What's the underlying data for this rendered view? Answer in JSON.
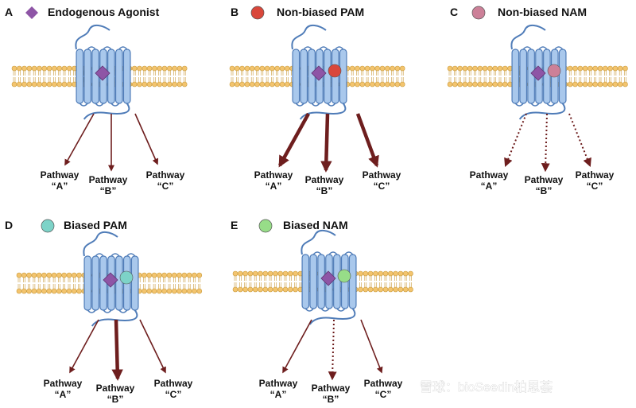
{
  "panels": [
    {
      "letter": "A",
      "title": "Endogenous Agonist",
      "legend_shape": "diamond",
      "legend_color": "#8E55A6",
      "allosteric_color": null,
      "arrows": [
        {
          "style": "normal"
        },
        {
          "style": "normal"
        },
        {
          "style": "normal"
        }
      ],
      "pathways": [
        {
          "line1": "Pathway",
          "line2": "“A”"
        },
        {
          "line1": "Pathway",
          "line2": "“B”"
        },
        {
          "line1": "Pathway",
          "line2": "“C”"
        }
      ]
    },
    {
      "letter": "B",
      "title": "Non-biased PAM",
      "legend_shape": "circle",
      "legend_color": "#D9473B",
      "allosteric_color": "#D9473B",
      "arrows": [
        {
          "style": "thick"
        },
        {
          "style": "thick"
        },
        {
          "style": "thick"
        }
      ],
      "pathways": [
        {
          "line1": "Pathway",
          "line2": "“A”"
        },
        {
          "line1": "Pathway",
          "line2": "“B”"
        },
        {
          "line1": "Pathway",
          "line2": "“C”"
        }
      ]
    },
    {
      "letter": "C",
      "title": "Non-biased NAM",
      "legend_shape": "circle",
      "legend_color": "#CC8098",
      "allosteric_color": "#CC8098",
      "arrows": [
        {
          "style": "dotted"
        },
        {
          "style": "dotted"
        },
        {
          "style": "dotted"
        }
      ],
      "pathways": [
        {
          "line1": "Pathway",
          "line2": "“A”"
        },
        {
          "line1": "Pathway",
          "line2": "“B”"
        },
        {
          "line1": "Pathway",
          "line2": "“C”"
        }
      ]
    },
    {
      "letter": "D",
      "title": "Biased PAM",
      "legend_shape": "circle",
      "legend_color": "#7DD3C8",
      "allosteric_color": "#7DD3C8",
      "arrows": [
        {
          "style": "normal"
        },
        {
          "style": "thick"
        },
        {
          "style": "normal"
        }
      ],
      "pathways": [
        {
          "line1": "Pathway",
          "line2": "“A”"
        },
        {
          "line1": "Pathway",
          "line2": "“B”"
        },
        {
          "line1": "Pathway",
          "line2": "“C”"
        }
      ]
    },
    {
      "letter": "E",
      "title": "Biased NAM",
      "legend_shape": "circle",
      "legend_color": "#97DD88",
      "allosteric_color": "#97DD88",
      "arrows": [
        {
          "style": "normal"
        },
        {
          "style": "dotted"
        },
        {
          "style": "normal"
        }
      ],
      "pathways": [
        {
          "line1": "Pathway",
          "line2": "“A”"
        },
        {
          "line1": "Pathway",
          "line2": "“B”"
        },
        {
          "line1": "Pathway",
          "line2": "“C”"
        }
      ]
    }
  ],
  "watermark": "雪球：bioSeedin柏思荟",
  "colors": {
    "arrow": "#6E1E1E",
    "helix_fill": "#A9C8EC",
    "helix_stroke": "#4F7CB8",
    "lipid_fill": "#F3C46E",
    "lipid_stroke": "#C99A3A",
    "agonist": "#8E55A6"
  }
}
